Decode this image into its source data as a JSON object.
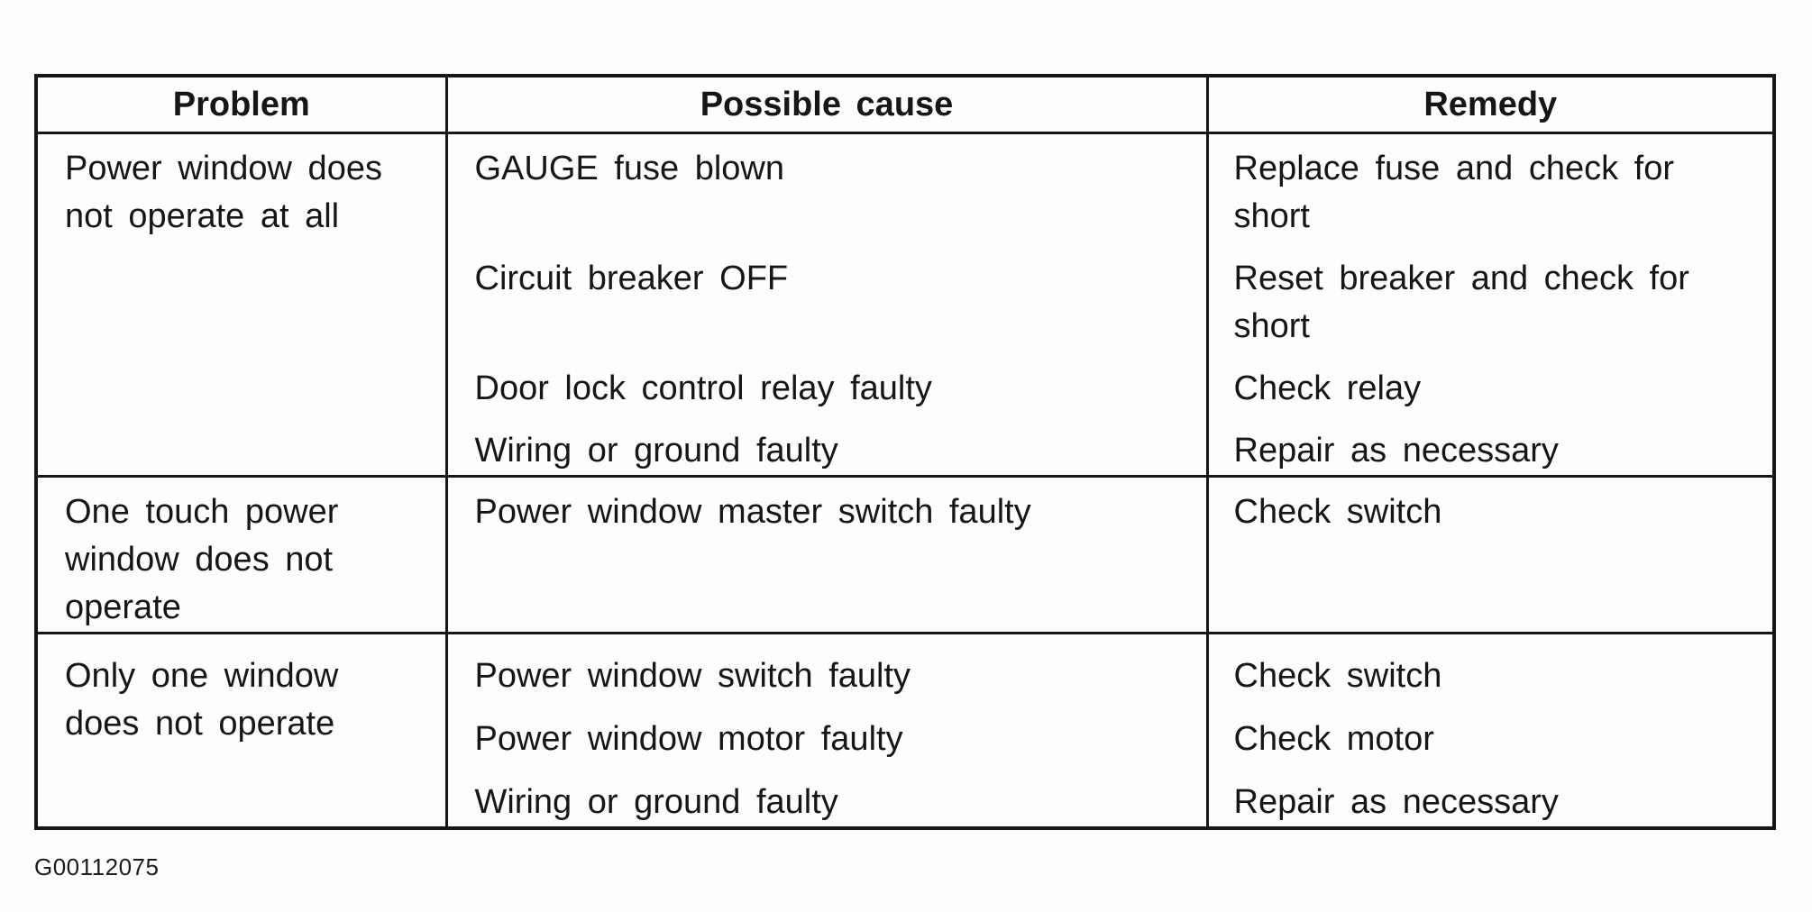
{
  "meta": {
    "ink_color": "#161616",
    "paper_color": "#fdfdfc"
  },
  "table": {
    "headers": {
      "problem": "Problem",
      "cause": "Possible cause",
      "remedy": "Remedy"
    },
    "groups": [
      {
        "problem": "Power window does not operate at all",
        "pairs": [
          {
            "cause": "GAUGE fuse blown",
            "remedy": "Replace fuse and check for short"
          },
          {
            "cause": "Circuit breaker OFF",
            "remedy": "Reset breaker and check for short"
          },
          {
            "cause": "Door lock control relay faulty",
            "remedy": "Check relay"
          },
          {
            "cause": "Wiring or ground faulty",
            "remedy": "Repair as necessary"
          }
        ]
      },
      {
        "problem": "One touch power window does not operate",
        "pairs": [
          {
            "cause": "Power window master switch faulty",
            "remedy": "Check switch"
          }
        ]
      },
      {
        "problem": "Only one window does not operate",
        "pairs": [
          {
            "cause": "Power window switch faulty",
            "remedy": "Check switch"
          },
          {
            "cause": "Power window motor faulty",
            "remedy": "Check motor"
          },
          {
            "cause": "Wiring or ground faulty",
            "remedy": "Repair as necessary"
          }
        ]
      }
    ],
    "figure_code": "G00112075"
  }
}
